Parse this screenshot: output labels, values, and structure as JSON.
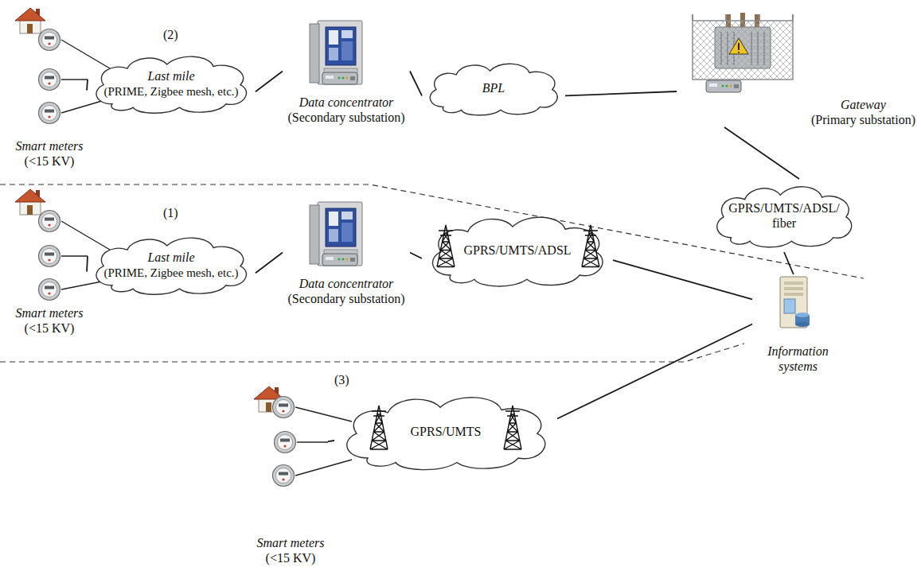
{
  "diagram": {
    "nodes": [
      {
        "text": [
          "Smart meters",
          "(<15 KV)"
        ]
      },
      {
        "text": [
          "Last mile",
          "(PRIME, Zigbee mesh, etc.)"
        ]
      },
      {
        "text": [
          "Data concentrator",
          "(Secondary substation)"
        ]
      },
      {
        "text": [
          "BPL"
        ]
      },
      {
        "text": [
          "Gateway",
          "(Primary substation)"
        ]
      },
      {
        "text": [
          "GPRS/UMTS/ADSL/ fiber"
        ]
      },
      {
        "text": [
          "Smart meters",
          "(<15 KV)"
        ]
      },
      {
        "text": [
          "Last mile",
          "(PRIME, Zigbee mesh, etc.)"
        ]
      },
      {
        "text": [
          "Data concentrator",
          "(Secondary substation)"
        ]
      },
      {
        "text": [
          "GPRS/UMTS/ADSL"
        ]
      },
      {
        "text": [
          "Information systems"
        ]
      },
      {
        "text": [
          "Smart meters",
          "(<15 KV)"
        ]
      },
      {
        "text": [
          "GPRS/UMTS"
        ]
      }
    ],
    "edges": [
      {
        "from": 0,
        "to": 1,
        "arrow": "none"
      },
      {
        "from": 1,
        "to": 2,
        "arrow": "none"
      },
      {
        "from": 2,
        "to": 3,
        "arrow": "none"
      },
      {
        "from": 3,
        "to": 4,
        "arrow": "none"
      },
      {
        "from": 4,
        "to": 5,
        "arrow": "none"
      },
      {
        "from": 5,
        "to": 10,
        "arrow": "none"
      },
      {
        "from": 6,
        "to": 7,
        "arrow": "none"
      },
      {
        "from": 7,
        "to": 8,
        "arrow": "none"
      },
      {
        "from": 8,
        "to": 9,
        "arrow": "none"
      },
      {
        "from": 9,
        "to": 10,
        "arrow": "none"
      },
      {
        "from": 11,
        "to": 12,
        "arrow": "none"
      },
      {
        "from": 12,
        "to": 10,
        "arrow": "none"
      }
    ],
    "labels": [
      "(2)",
      "(1)",
      "(3)"
    ]
  }
}
